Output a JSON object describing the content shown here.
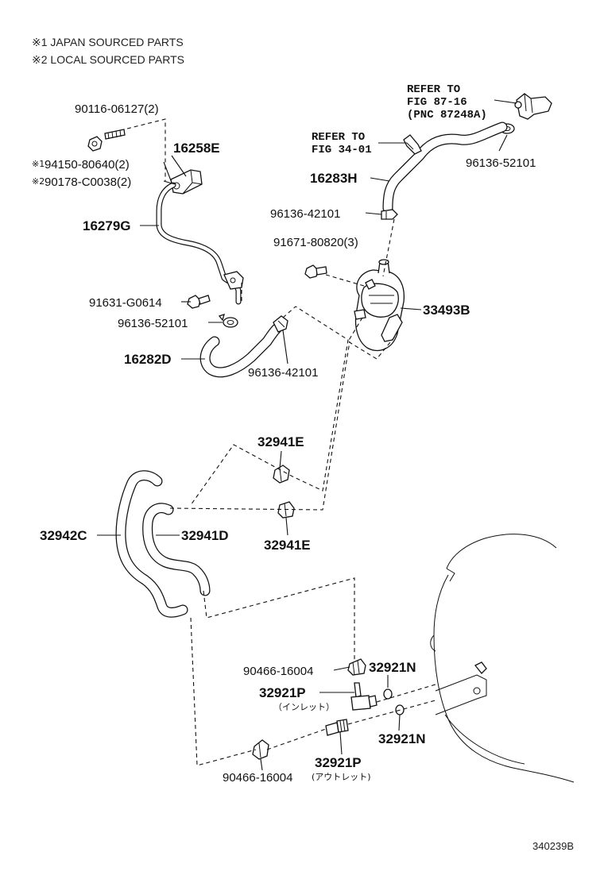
{
  "notes": {
    "note1": "※1 JAPAN SOURCED PARTS",
    "note2": "※2 LOCAL SOURCED PARTS"
  },
  "labels": {
    "bolt_90116": "90116-06127(2)",
    "gasket_16258e": "16258E",
    "gasket_94150": "94150-80640(2)",
    "note1_mark": "※1",
    "gasket_90178": "90178-C0038(2)",
    "note2_mark": "※2",
    "pipe_16279g": "16279G",
    "bolt_91631": "91631-G0614",
    "clip_96136_52101_left": "96136-52101",
    "hose_16282d": "16282D",
    "clip_96136_42101_low": "96136-42101",
    "refer_fig87_l1": "REFER TO",
    "refer_fig87_l2": "FIG 87-16",
    "refer_fig87_l3": "(PNC 87248A)",
    "refer_fig34_l1": "REFER TO",
    "refer_fig34_l2": "FIG 34-01",
    "hose_16283h": "16283H",
    "clip_96136_52101_right": "96136-52101",
    "clip_96136_42101_up": "96136-42101",
    "bolt_91671": "91671-80820(3)",
    "cooler_33493b": "33493B",
    "clamp_32941e_top": "32941E",
    "hose_32942c": "32942C",
    "hose_32941d": "32941D",
    "clamp_32941e_bottom": "32941E",
    "plug_90466_top": "90466-16004",
    "oring_32921n_top": "32921N",
    "union_32921p_inlet": "32921P",
    "inlet_sub": "（インレット）",
    "oring_32921n_bottom": "32921N",
    "union_32921p_outlet": "32921P",
    "outlet_sub": "(アウトレット)",
    "plug_90466_bottom": "90466-16004",
    "diagram_code": "340239B"
  }
}
